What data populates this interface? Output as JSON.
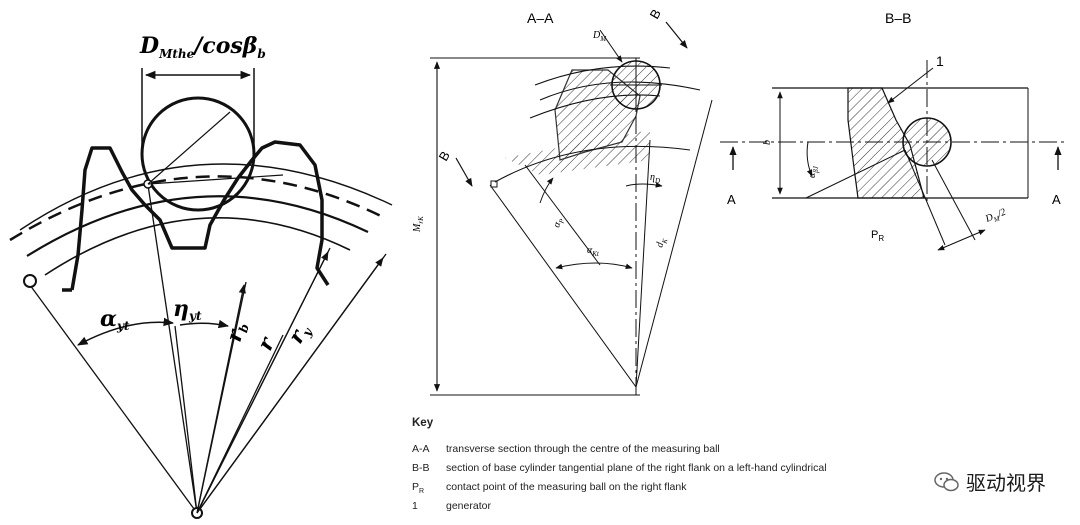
{
  "left_figure": {
    "formula_main": "D",
    "formula_sub": "Mthe",
    "formula_mid": "/cos",
    "formula_beta": "β",
    "formula_beta_sub": "b",
    "alpha_label": "α",
    "alpha_sub": "yt",
    "eta_label": "η",
    "eta_sub": "yt",
    "rb_label": "r",
    "rb_sub": "b",
    "r_label": "r",
    "ry_label": "r",
    "ry_sub": "y"
  },
  "section_aa": {
    "title": "A–A",
    "section_letter_top": "B",
    "section_letter_left": "B",
    "dm_label": "D",
    "dm_sub": "M",
    "height_label": "M",
    "height_sub": "rK",
    "eta_label": "η",
    "eta_sub": "D",
    "ap_label": "α",
    "ap_sub": "P",
    "akt_label": "α",
    "akt_sub": "Kt",
    "dk_label": "d",
    "dk_sub": "K"
  },
  "section_bb": {
    "title": "B–B",
    "callout": "1",
    "left_letter": "A",
    "right_letter": "A",
    "b_label": "b",
    "beta_label": "α",
    "beta_sub": "βJ",
    "pr_label": "P",
    "pr_sub": "R",
    "dm2_label": "D",
    "dm2_sub": "M",
    "dm2_tail": "/2"
  },
  "key": {
    "title": "Key",
    "items": [
      {
        "code": "A-A",
        "text": "transverse section through the centre of the measuring ball"
      },
      {
        "code": "B-B",
        "text": "section of base cylinder tangential plane of the right flank on a left-hand cylindrical"
      },
      {
        "code": "P",
        "code_sub": "R",
        "text": "contact point of the measuring ball on the right flank"
      },
      {
        "code": "1",
        "text": "generator"
      }
    ]
  },
  "watermark": {
    "text": "驱动视界",
    "icon": "wechat-icon"
  }
}
